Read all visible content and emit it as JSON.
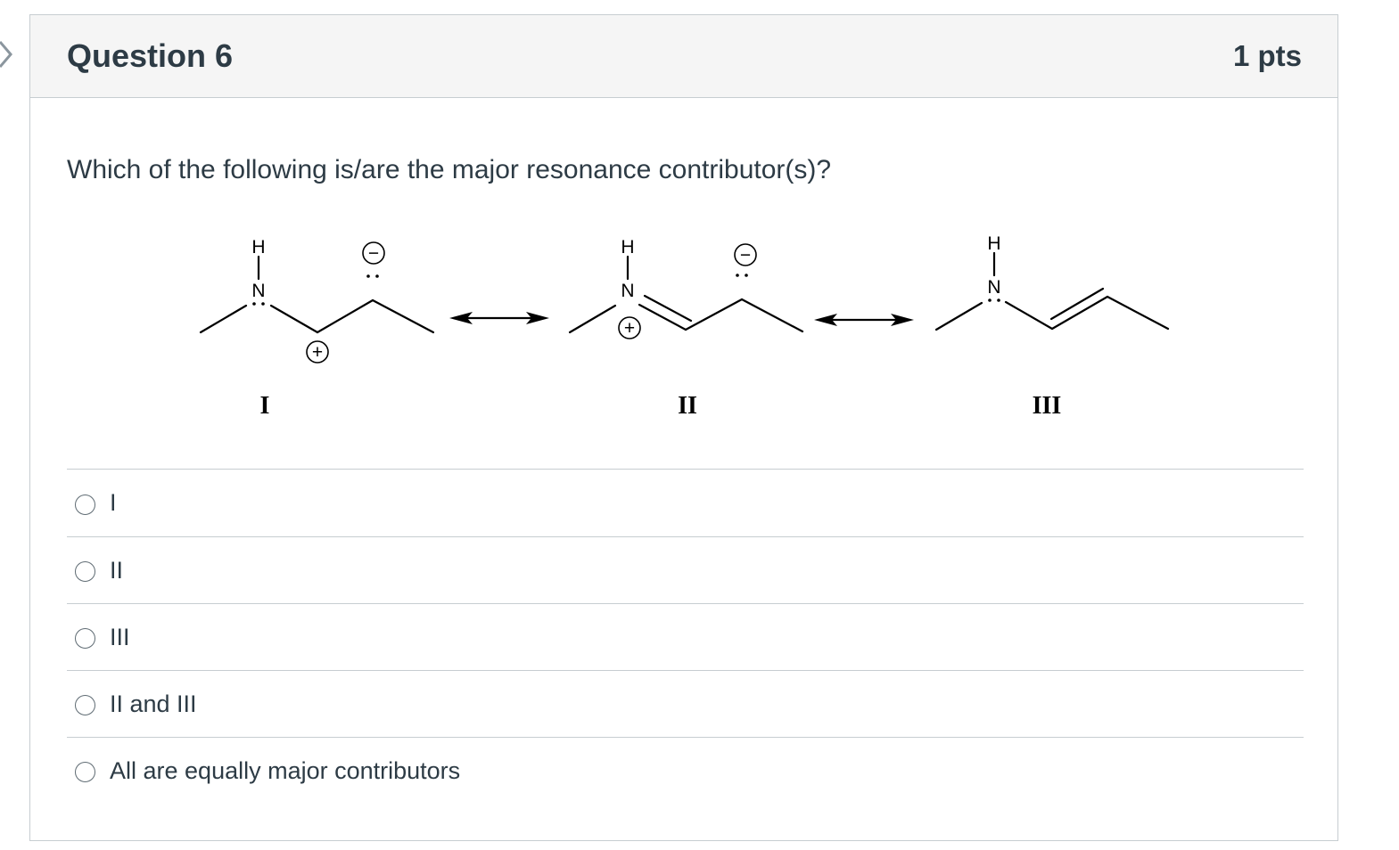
{
  "question": {
    "title": "Question 6",
    "points": "1 pts",
    "text": "Which of the following is/are the major resonance contributor(s)?"
  },
  "figure": {
    "atom_labels": {
      "hydrogen": "H",
      "nitrogen": "N"
    },
    "charges": {
      "positive": "+",
      "negative": "−"
    },
    "structure_labels": [
      "I",
      "II",
      "III"
    ]
  },
  "answers": [
    {
      "label": "I"
    },
    {
      "label": "II"
    },
    {
      "label": "III"
    },
    {
      "label": "II and III"
    },
    {
      "label": "All are equally major contributors"
    }
  ],
  "icons": {
    "nav": "chevron-right-icon",
    "radio": "radio-button-icon",
    "resonance_arrow": "double-headed-arrow-icon"
  }
}
